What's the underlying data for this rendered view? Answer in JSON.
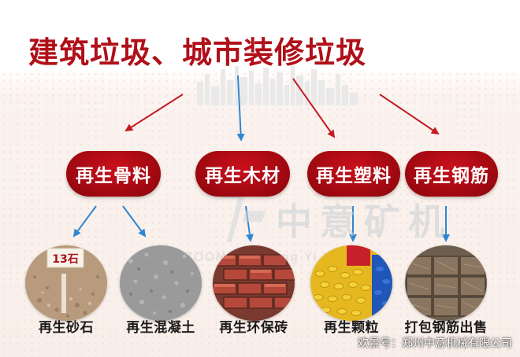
{
  "title": "建筑垃圾、城市装修垃圾",
  "products": [
    {
      "label": "再生骨料"
    },
    {
      "label": "再生木材"
    },
    {
      "label": "再生塑料"
    },
    {
      "label": "再生钢筋"
    }
  ],
  "outputs": [
    {
      "label": "再生砂石",
      "sign": "13石"
    },
    {
      "label": "再生混凝土"
    },
    {
      "label": "再生环保砖"
    },
    {
      "label": "再生颗粒"
    },
    {
      "label": "打包钢筋出售"
    }
  ],
  "watermark": {
    "name": "中意矿机",
    "sub": "ZOOMME Zhong Yi Kuang Ji"
  },
  "credit": "欢景号：郑州中意机械有限公司",
  "colors": {
    "accent": "#b0101a",
    "arrow_red": "#c41a22",
    "arrow_blue": "#2f86d1"
  }
}
